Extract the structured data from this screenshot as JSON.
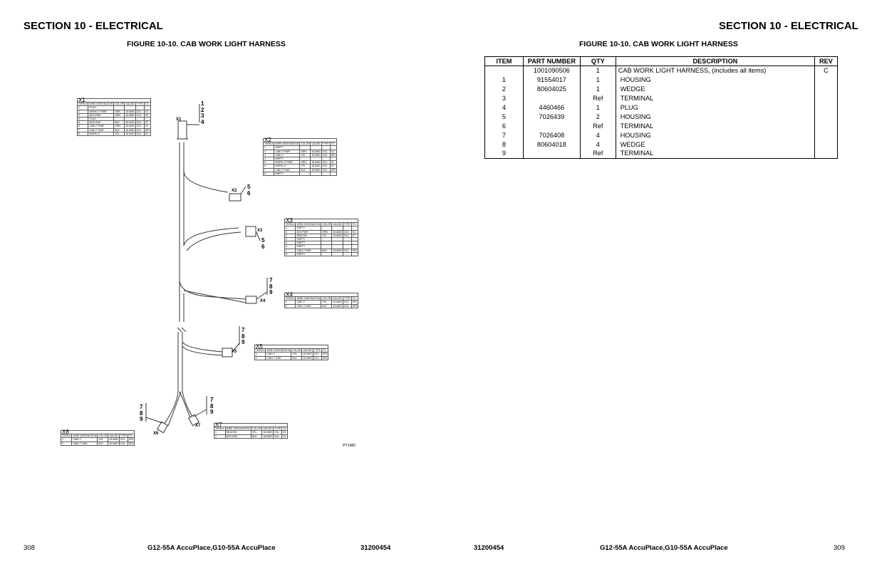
{
  "left_page": {
    "section": "SECTION 10 - ELECTRICAL",
    "figure_title": "FIGURE 10-10. CAB WORK LIGHT HARNESS",
    "figure_code": "PY1980",
    "footer": {
      "page": "308",
      "model": "G12-55A AccuPlace,G10-55A AccuPlace",
      "doc": "31200454"
    }
  },
  "right_page": {
    "section": "SECTION 10 - ELECTRICAL",
    "figure_title": "FIGURE 10-10. CAB WORK LIGHT HARNESS",
    "footer": {
      "doc": "31200454",
      "model": "G12-55A AccuPlace,G10-55A AccuPlace",
      "page": "309"
    }
  },
  "parts_table": {
    "headers": [
      "ITEM",
      "PART NUMBER",
      "QTY",
      "DESCRIPTION",
      "REV"
    ],
    "rows": [
      [
        "",
        "1001090506",
        "1",
        "CAB WORK LIGHT HARNESS, (includes all items)",
        "C"
      ],
      [
        "1",
        "91554017",
        "1",
        "HOUSING",
        ""
      ],
      [
        "2",
        "80604025",
        "1",
        "WEDGE",
        ""
      ],
      [
        "3",
        "",
        "Ref",
        "TERMINAL",
        ""
      ],
      [
        "4",
        "4460466",
        "1",
        "PLUG",
        ""
      ],
      [
        "5",
        "7026439",
        "2",
        "HOUSING",
        ""
      ],
      [
        "6",
        "",
        "Ref",
        "TERMINAL",
        ""
      ],
      [
        "7",
        "7026408",
        "4",
        "HOUSING",
        ""
      ],
      [
        "8",
        "80604018",
        "4",
        "WEDGE",
        ""
      ],
      [
        "9",
        "",
        "Ref",
        "TERMINAL",
        ""
      ]
    ]
  },
  "connectors": {
    "X1": {
      "title": "X1",
      "headers": [
        "TERM #",
        "WIRE DESIGNATION",
        "COLOR",
        "GAUGE",
        "TYPE",
        "TO"
      ],
      "rows": [
        [
          "1",
          "PLUG",
          "-",
          "-",
          "-",
          "-"
        ],
        [
          "2",
          "WORK LT PWR",
          "ORN",
          "16 AWG",
          "GXL",
          "X2"
        ],
        [
          "3",
          "BCN PWR",
          "ORN",
          "16 AWG",
          "GXL",
          "X3"
        ],
        [
          "4",
          "PLUG",
          "-",
          "-",
          "-",
          "-"
        ],
        [
          "5",
          "BCN GND",
          "BLK",
          "16 AWG",
          "GXL",
          "X7"
        ],
        [
          "6",
          "CAB LT PWR",
          "ORN",
          "16 AWG",
          "GXL",
          "X2"
        ],
        [
          "7",
          "CAB LT GND",
          "BLK",
          "16 AWG",
          "GXL",
          "SP2"
        ],
        [
          "8",
          "WORK LT",
          "YEL",
          "16 AWG",
          "GXL",
          "X2"
        ]
      ]
    },
    "X2": {
      "title": "X2",
      "headers": [
        "TERM #",
        "WIRE DESIGNATION",
        "COLOR",
        "GAUGE",
        "TYPE",
        "TO"
      ],
      "rows": [
        [
          "1",
          "EMPTY",
          "-",
          "-",
          "-",
          "-"
        ],
        [
          "2",
          "CAB LT PWR",
          "ORN",
          "16 AWG",
          "GXL",
          "X1"
        ],
        [
          "3",
          "CAB LT",
          "YEL",
          "16 AWG",
          "GXL",
          "SP1"
        ],
        [
          "4",
          "EMPTY",
          "-",
          "-",
          "-",
          "-"
        ],
        [
          "5",
          "WORK LT PWR",
          "ORN",
          "16 AWG",
          "GXL",
          "X1"
        ],
        [
          "6",
          "WORK LT",
          "YEL",
          "16 AWG",
          "GXL",
          "X1"
        ],
        [
          "7",
          "CAB LT GND",
          "BLK",
          "16 AWG",
          "GXL",
          "SP2"
        ],
        [
          "8",
          "EMPTY",
          "-",
          "-",
          "-",
          "-"
        ]
      ]
    },
    "X3": {
      "title": "X3",
      "headers": [
        "TERM #",
        "WIRE DESIGNATION",
        "COLOR",
        "GAUGE",
        "TYPE",
        "TO"
      ],
      "rows": [
        [
          "1",
          "EMPTY",
          "-",
          "-",
          "-",
          "-"
        ],
        [
          "2",
          "BCN PWR",
          "ORN",
          "16 AWG",
          "GXL",
          "X1"
        ],
        [
          "3",
          "BEACON",
          "YEL",
          "16 AWG",
          "GXL",
          "X7"
        ],
        [
          "4",
          "EMPTY",
          "-",
          "-",
          "-",
          "-"
        ],
        [
          "5",
          "EMPTY",
          "-",
          "-",
          "-",
          "-"
        ],
        [
          "6",
          "EMPTY",
          "-",
          "-",
          "-",
          "-"
        ],
        [
          "7",
          "CAB LT GND",
          "BLK",
          "16 AWG",
          "GXL",
          "SP2"
        ],
        [
          "8",
          "EMPTY",
          "-",
          "-",
          "-",
          "-"
        ]
      ]
    },
    "X4": {
      "title": "X4",
      "headers": [
        "TERM #",
        "WIRE DESIGNATION",
        "COLOR",
        "GAUGE",
        "TYPE",
        "TO"
      ],
      "rows": [
        [
          "1",
          "CAB LT",
          "YEL",
          "16 AWG",
          "GXL",
          "SP1"
        ],
        [
          "2",
          "CAB LT GND",
          "BLK",
          "16 AWG",
          "GXL",
          "SP2"
        ]
      ]
    },
    "X5": {
      "title": "X5",
      "headers": [
        "TERM #",
        "WIRE DESIGNATION",
        "COLOR",
        "GAUGE",
        "TYPE",
        "TO"
      ],
      "rows": [
        [
          "1",
          "CAB LT",
          "YEL",
          "16 AWG",
          "GXL",
          "SP3"
        ],
        [
          "2",
          "CAB LT GND",
          "BLK",
          "16 AWG",
          "GXL",
          "SP4"
        ]
      ]
    },
    "X6": {
      "title": "X6",
      "headers": [
        "TERM #",
        "WIRE DESIGNATION",
        "COLOR",
        "GAUGE",
        "TYPE",
        "TO"
      ],
      "rows": [
        [
          "1",
          "CAB LT",
          "YEL",
          "16 AWG",
          "GXL",
          "SP3"
        ],
        [
          "2",
          "CAB LT GND",
          "BLK",
          "16 AWG",
          "GXL",
          "SP4"
        ]
      ]
    },
    "X7": {
      "title": "X7",
      "headers": [
        "TERM #",
        "WIRE DESIGNATION",
        "COLOR",
        "GAUGE",
        "TYPE",
        "TO"
      ],
      "rows": [
        [
          "1",
          "BEACON",
          "YEL",
          "16 AWG",
          "GXL",
          "X3"
        ],
        [
          "2",
          "BCN GND",
          "BLK",
          "16 AWG",
          "GXL",
          "X1"
        ]
      ]
    }
  },
  "callouts": {
    "x1": [
      "1",
      "2",
      "3",
      "4"
    ],
    "x2": [
      "5",
      "6"
    ],
    "x3": [
      "5",
      "6"
    ],
    "x4": [
      "7",
      "8",
      "9"
    ],
    "x5": [
      "7",
      "8",
      "9"
    ],
    "x6": [
      "7",
      "8",
      "9"
    ],
    "x7": [
      "7",
      "8",
      "9"
    ]
  },
  "connector_labels": [
    "X1",
    "X2",
    "X3",
    "X4",
    "X5",
    "X6",
    "X7"
  ]
}
